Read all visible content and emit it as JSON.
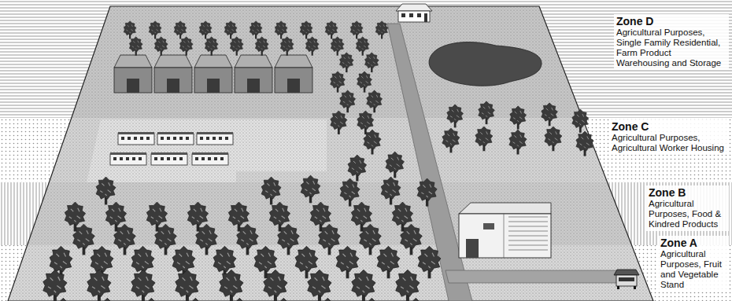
{
  "diagram": {
    "nodes": [
      {
        "text": [
          "Zone D",
          "Agricultural Purposes, Single Family Residential, Farm Product Warehousing and Storage"
        ]
      },
      {
        "text": [
          "Zone C",
          "Agricultural Purposes, Agricultural Worker Housing"
        ]
      },
      {
        "text": [
          "Zone B",
          "Agricultural Purposes, Food & Kindred Products"
        ]
      },
      {
        "text": [
          "Zone A",
          "Agricultural Purposes, Fruit and Vegetable Stand"
        ]
      }
    ]
  }
}
